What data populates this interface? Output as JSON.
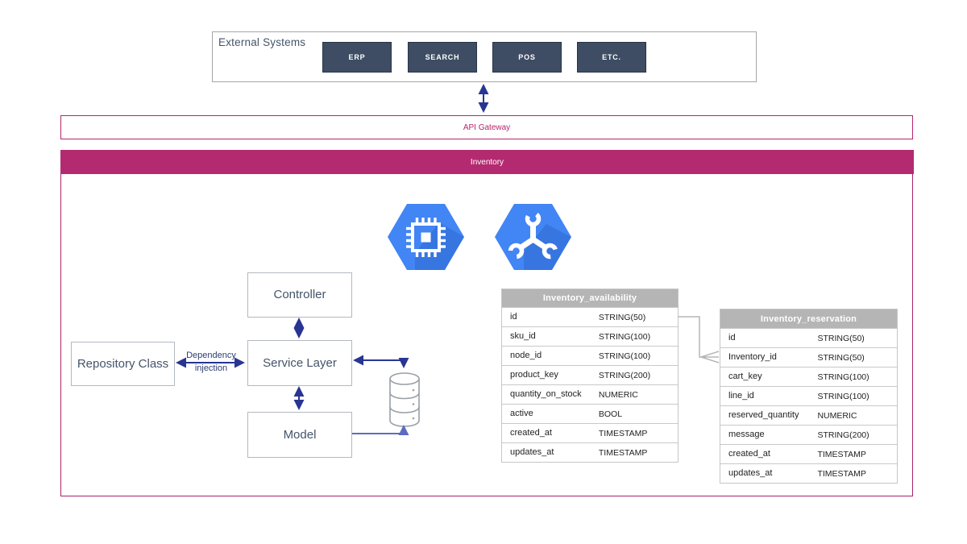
{
  "external_systems": {
    "title": "External Systems",
    "buttons": [
      "ERP",
      "SEARCH",
      "POS",
      "ETC."
    ]
  },
  "api_gateway": {
    "label": "API Gateway"
  },
  "inventory_band": {
    "label": "Inventory"
  },
  "mvc": {
    "controller": "Controller",
    "service_layer": "Service Layer",
    "model": "Model",
    "repository": "Repository Class",
    "dependency_line1": "Dependency",
    "dependency_line2": "injection"
  },
  "icons": {
    "gcp_compute": "compute-engine-hexagon",
    "gcp_services": "cloud-services-hexagon",
    "database": "database-cylinder"
  },
  "tables": [
    {
      "title": "Inventory_availability",
      "rows": [
        {
          "name": "id",
          "type": "STRING(50)"
        },
        {
          "name": "sku_id",
          "type": "STRING(100)"
        },
        {
          "name": "node_id",
          "type": "STRING(100)"
        },
        {
          "name": "product_key",
          "type": "STRING(200)"
        },
        {
          "name": "quantity_on_stock",
          "type": "NUMERIC"
        },
        {
          "name": "active",
          "type": "BOOL"
        },
        {
          "name": "created_at",
          "type": "TIMESTAMP"
        },
        {
          "name": "updates_at",
          "type": "TIMESTAMP"
        }
      ]
    },
    {
      "title": "Inventory_reservation",
      "rows": [
        {
          "name": "id",
          "type": "STRING(50)"
        },
        {
          "name": "Inventory_id",
          "type": "STRING(50)"
        },
        {
          "name": "cart_key",
          "type": "STRING(100)"
        },
        {
          "name": "line_id",
          "type": "STRING(100)"
        },
        {
          "name": "reserved_quantity",
          "type": "NUMERIC"
        },
        {
          "name": "message",
          "type": "STRING(200)"
        },
        {
          "name": "created_at",
          "type": "TIMESTAMP"
        },
        {
          "name": "updates_at",
          "type": "TIMESTAMP"
        }
      ]
    }
  ],
  "colors": {
    "magenta_border": "#b5256e",
    "magenta_fill": "#b42a71",
    "navy_arrow": "#283593",
    "indigo_arrow": "#5c6bc0",
    "slate_button": "#3e4d63",
    "slate_text": "#44546a",
    "hexagon_blue": "#4285f4",
    "table_header_gray": "#b5b5b5"
  }
}
